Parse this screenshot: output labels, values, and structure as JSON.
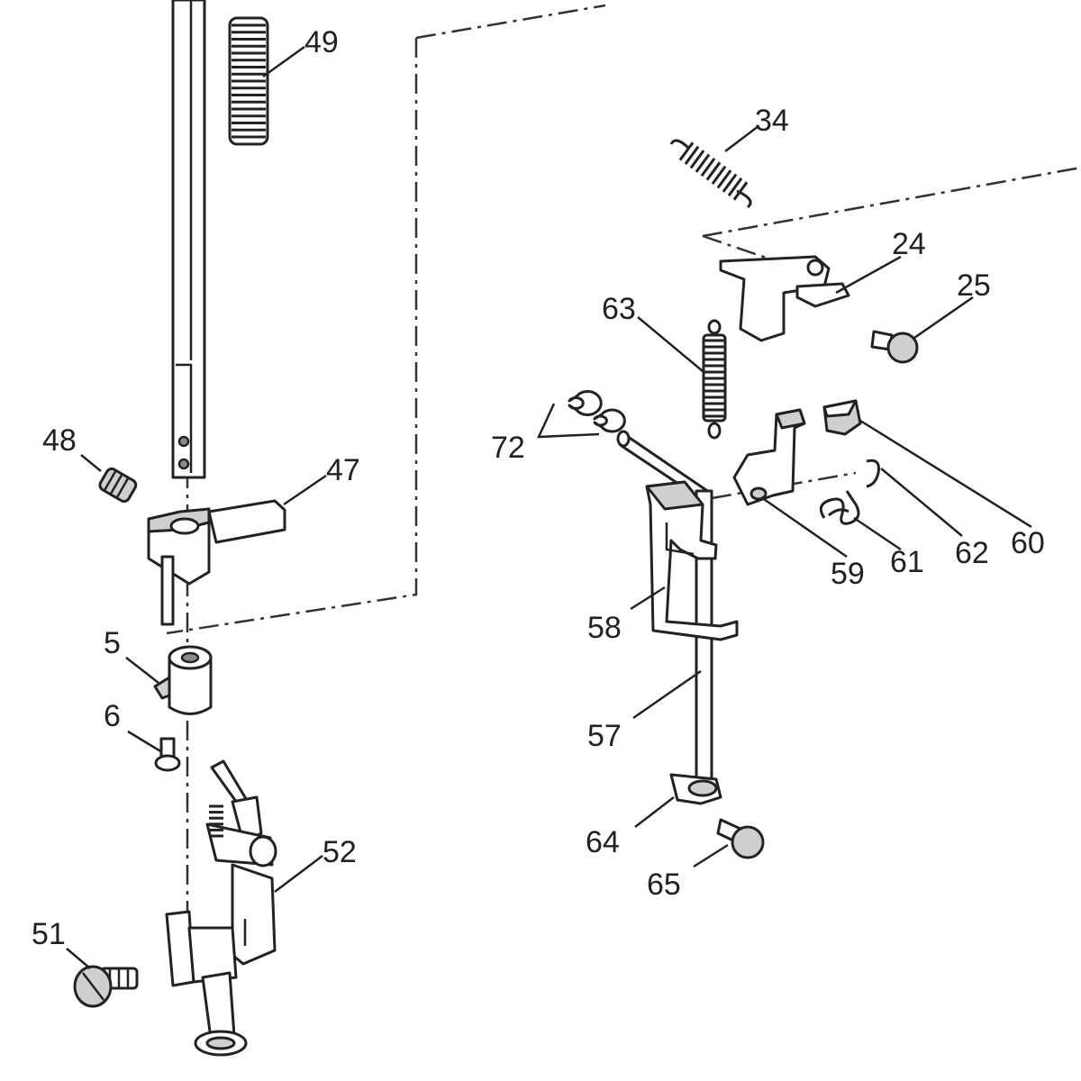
{
  "callouts": [
    {
      "id": "49",
      "text": "49"
    },
    {
      "id": "34",
      "text": "34"
    },
    {
      "id": "24",
      "text": "24"
    },
    {
      "id": "25",
      "text": "25"
    },
    {
      "id": "63",
      "text": "63"
    },
    {
      "id": "72",
      "text": "72"
    },
    {
      "id": "48",
      "text": "48"
    },
    {
      "id": "47",
      "text": "47"
    },
    {
      "id": "60",
      "text": "60"
    },
    {
      "id": "62",
      "text": "62"
    },
    {
      "id": "61",
      "text": "61"
    },
    {
      "id": "59",
      "text": "59"
    },
    {
      "id": "58",
      "text": "58"
    },
    {
      "id": "5",
      "text": "5"
    },
    {
      "id": "6",
      "text": "6"
    },
    {
      "id": "57",
      "text": "57"
    },
    {
      "id": "52",
      "text": "52"
    },
    {
      "id": "64",
      "text": "64"
    },
    {
      "id": "65",
      "text": "65"
    },
    {
      "id": "51",
      "text": "51"
    }
  ]
}
